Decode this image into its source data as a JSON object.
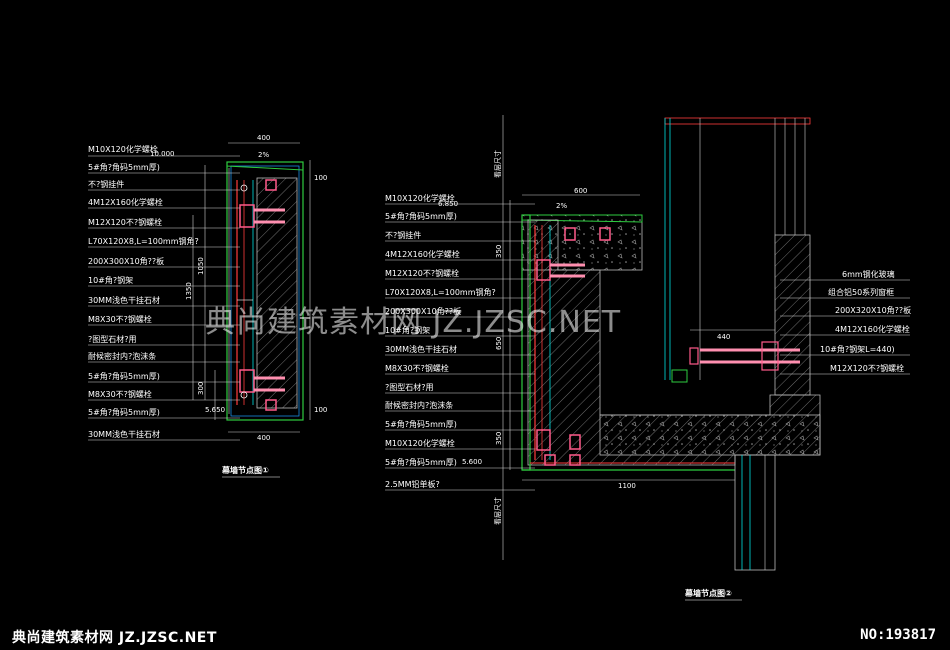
{
  "watermark": "典尚建筑素材网 JZ.JZSC.NET",
  "footer": {
    "site": "典尚建筑素材网 JZ.JZSC.NET",
    "number": "NO:193817"
  },
  "detail1": {
    "title": "幕墙节点图①",
    "labels": [
      "M10X120化学螺栓",
      "5#角?角码5mm厚)",
      "不?钢挂件",
      "4M12X160化学螺栓",
      "M12X120不?钢螺栓",
      "L70X120X8,L=100mm钢角?",
      "200X300X10角??板",
      "10#角?钢架",
      "30MM浅色干挂石材",
      "M8X30不?钢螺栓",
      "?图型石材?用",
      "耐候密封内?泡沫条",
      "5#角?角码5mm厚)",
      "M8X30不?钢螺栓",
      "5#角?角码5mm厚)",
      "30MM浅色干挂石材"
    ],
    "dims": {
      "top_width": "400",
      "bottom_width": "400",
      "slope": "2%",
      "elev_top": "10.000",
      "elev_bottom": "5.650",
      "right_top": "100",
      "right_bottom": "100",
      "left_1050": "1050",
      "left_1350": "1350",
      "left_300": "300"
    }
  },
  "detail2": {
    "title": "幕墙节点图②",
    "labels_left": [
      "M10X120化学螺栓",
      "5#角?角码5mm厚)",
      "不?钢挂件",
      "4M12X160化学螺栓",
      "M12X120不?钢螺栓",
      "L70X120X8,L=100mm钢角?",
      "200X300X10角??板",
      "10#角?钢架",
      "30MM浅色干挂石材",
      "M8X30不?钢螺栓",
      "?图型石材?用",
      "耐候密封内?泡沫条",
      "5#角?角码5mm厚)",
      "M10X120化学螺栓",
      "5#角?角码5mm厚)",
      "2.5MM铝单板?"
    ],
    "labels_right": [
      "6mm钢化玻璃",
      "组合铝50系列窗框",
      "200X320X10角??板",
      "4M12X160化学螺栓",
      "10#角?钢架L=440)",
      "M12X120不?钢螺栓"
    ],
    "dims": {
      "top_width": "600",
      "slope": "2%",
      "elev_top": "6.850",
      "elev_bottom": "5.600",
      "width_1100": "1100",
      "width_440": "440",
      "left_350_top": "350",
      "left_650": "650",
      "left_350_bottom": "350",
      "vert_note_top": "看层尺寸",
      "vert_note_bottom": "看层尺寸"
    }
  }
}
